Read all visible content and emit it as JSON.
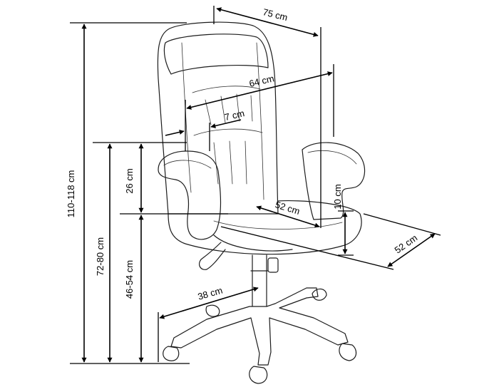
{
  "dimensions": {
    "total_height": "110-118 cm",
    "seat_height_range": "72-80 cm",
    "seat_height": "46-54 cm",
    "backrest_height": "26 cm",
    "total_width": "75 cm",
    "seat_width": "64 cm",
    "armrest_width": "7 cm",
    "seat_depth": "52 cm",
    "armrest_height": "10 cm",
    "total_depth": "52 cm",
    "base_radius": "38 cm"
  },
  "colors": {
    "outline": "#1c1c1c",
    "dimension": "#000000",
    "background": "#ffffff"
  }
}
